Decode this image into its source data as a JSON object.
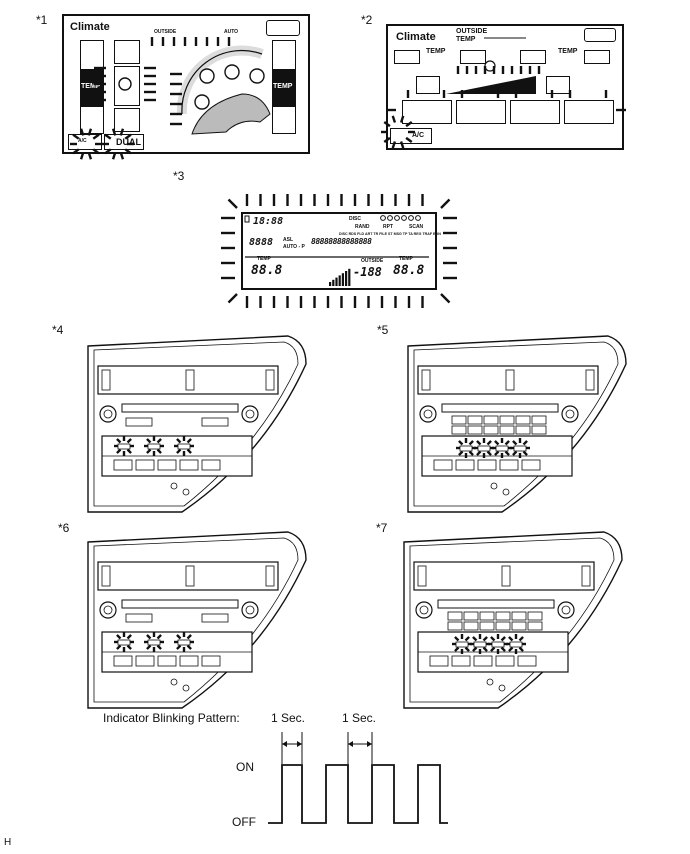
{
  "figure_labels": [
    "*1",
    "*2",
    "*3",
    "*4",
    "*5",
    "*6",
    "*7"
  ],
  "screen1": {
    "title": "Climate",
    "temp_label": "TEMP",
    "temp_label_right": "TEMP",
    "dual_label": "DUAL",
    "ac_label": "A/C",
    "outside_label": "OUTSIDE",
    "auto_label": "AUTO"
  },
  "screen2": {
    "title": "Climate",
    "outside_temp_line1": "OUTSIDE",
    "outside_temp_line2": "TEMP",
    "temp_left": "TEMP",
    "temp_right": "TEMP",
    "ac_label": "A/C"
  },
  "lcd": {
    "clock": "18:88",
    "disc_row": "DISC",
    "rand": "RAND",
    "rpt": "RPT",
    "scan": "SCAN",
    "info_row": "DISC RDS FLD ART TR FILE ST MSG TP TA REG TRAF EON",
    "digits_left": "8888",
    "asl": "ASL",
    "auto_p": "AUTO - P",
    "text_digits": "88888888888888",
    "temp_left_label": "TEMP",
    "temp_left_value": "88.8",
    "outside_label": "OUTSIDE",
    "outside_value": "-188",
    "temp_right_label": "TEMP",
    "temp_right_value": "88.8"
  },
  "blink": {
    "title": "Indicator Blinking Pattern:",
    "interval1": "1 Sec.",
    "interval2": "1 Sec.",
    "on_label": "ON",
    "off_label": "OFF"
  },
  "footer_letter": "H"
}
